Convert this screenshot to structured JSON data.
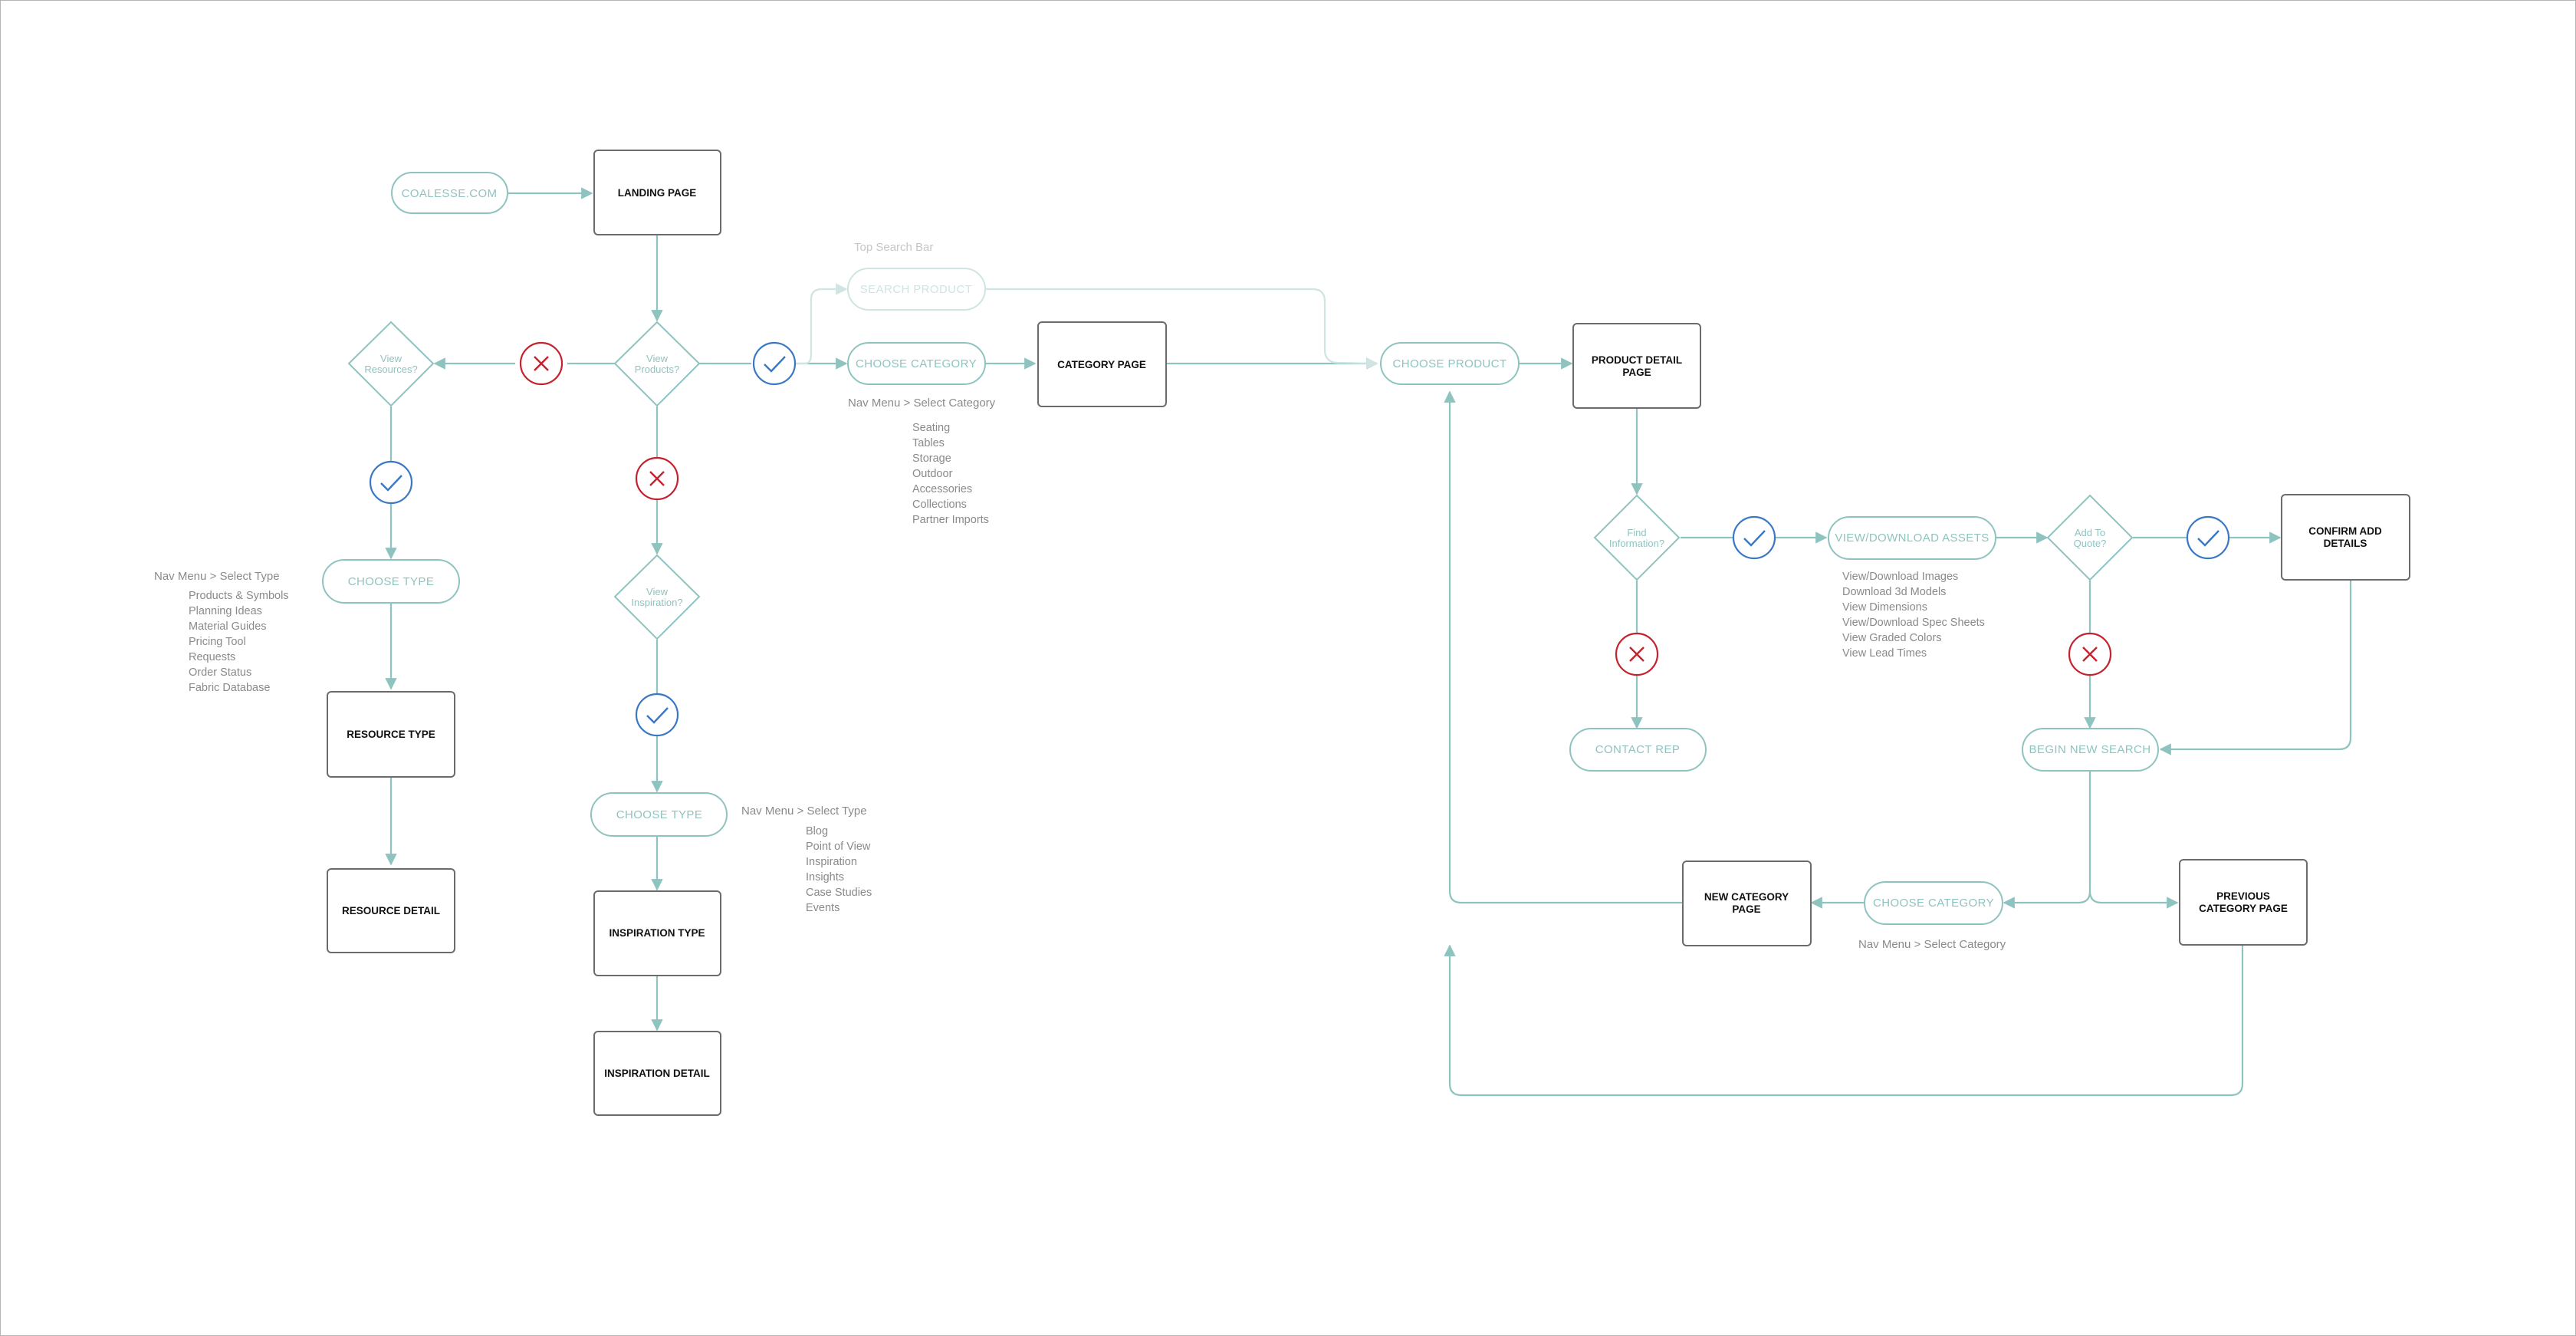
{
  "colors": {
    "flow": "#8fc3c0",
    "flow_faint": "#cfe4e3",
    "yes": "#3a78c3",
    "no": "#c4222e",
    "box_border": "#6b6b6b",
    "text_dark": "#111111",
    "note": "#8a8a8a"
  },
  "nodes": {
    "coalesse": "COALESSE.COM",
    "landing_page": "LANDING PAGE",
    "view_products": [
      "View",
      "Products?"
    ],
    "view_resources": [
      "View",
      "Resources?"
    ],
    "view_inspiration": [
      "View",
      "Inspiration?"
    ],
    "search_product": "SEARCH PRODUCT",
    "choose_category_top": "CHOOSE CATEGORY",
    "category_page": "CATEGORY PAGE",
    "choose_product": "CHOOSE PRODUCT",
    "product_detail_page": [
      "PRODUCT DETAIL",
      "PAGE"
    ],
    "find_information": [
      "Find",
      "Information?"
    ],
    "view_download_assets": "VIEW/DOWNLOAD ASSETS",
    "add_to_quote": [
      "Add To",
      "Quote?"
    ],
    "confirm_add_details": [
      "CONFIRM ADD",
      "DETAILS"
    ],
    "contact_rep": "CONTACT REP",
    "begin_new_search": "BEGIN NEW SEARCH",
    "choose_category_bottom": "CHOOSE CATEGORY",
    "new_category_page": [
      "NEW CATEGORY",
      "PAGE"
    ],
    "previous_category_page": [
      "PREVIOUS",
      "CATEGORY PAGE"
    ],
    "choose_type_resources": "CHOOSE TYPE",
    "resource_type": "RESOURCE TYPE",
    "resource_detail": "RESOURCE DETAIL",
    "choose_type_inspiration": "CHOOSE TYPE",
    "inspiration_type": "INSPIRATION TYPE",
    "inspiration_detail": "INSPIRATION DETAIL"
  },
  "notes": {
    "top_search_bar": "Top Search Bar",
    "category_menu": {
      "heading": "Nav Menu > Select Category",
      "items": [
        "Seating",
        "Tables",
        "Storage",
        "Outdoor",
        "Accessories",
        "Collections",
        "Partner Imports"
      ]
    },
    "resources_menu": {
      "heading": "Nav Menu > Select Type",
      "items": [
        "Products & Symbols",
        "Planning Ideas",
        "Material Guides",
        "Pricing Tool",
        "Requests",
        "Order Status",
        "Fabric Database"
      ]
    },
    "inspiration_menu": {
      "heading": "Nav Menu > Select Type",
      "items": [
        "Blog",
        "Point of View",
        "Inspiration",
        "Insights",
        "Case Studies",
        "Events"
      ]
    },
    "assets_menu": {
      "items": [
        "View/Download Images",
        "Download 3d Models",
        "View Dimensions",
        "View/Download Spec Sheets",
        "View Graded Colors",
        "View Lead Times"
      ]
    },
    "bottom_category_menu": "Nav Menu > Select Category"
  }
}
